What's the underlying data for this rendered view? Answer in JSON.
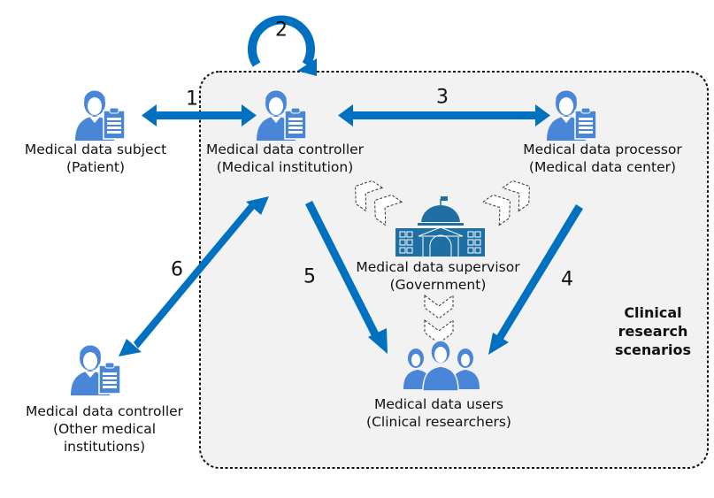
{
  "colors": {
    "arrow": "#0070c0",
    "person": "#4a86d8",
    "building": "#1f6fa3",
    "region_bg": "#f2f2f2"
  },
  "region": {
    "label_lines": [
      "Clinical",
      "research",
      "scenarios"
    ]
  },
  "nodes": {
    "subject": {
      "icon": "person-clipboard-icon",
      "line1": "Medical data subject",
      "line2": "(Patient)"
    },
    "controller": {
      "icon": "person-clipboard-icon",
      "line1": "Medical data controller",
      "line2": "(Medical institution)"
    },
    "processor": {
      "icon": "person-clipboard-icon",
      "line1": "Medical data processor",
      "line2": "(Medical data center)"
    },
    "supervisor": {
      "icon": "government-building-icon",
      "line1": "Medical data supervisor",
      "line2": "(Government)"
    },
    "users": {
      "icon": "group-users-icon",
      "line1": "Medical data users",
      "line2": "(Clinical researchers)"
    },
    "other_controller": {
      "icon": "person-clipboard-icon",
      "line1": "Medical data controller",
      "line2": "(Other medical",
      "line3": "institutions)"
    }
  },
  "flows": [
    {
      "id": "1",
      "from": "subject",
      "to": "controller",
      "direction": "bidirectional"
    },
    {
      "id": "2",
      "from": "controller",
      "to": "controller",
      "direction": "self-loop"
    },
    {
      "id": "3",
      "from": "controller",
      "to": "processor",
      "direction": "bidirectional"
    },
    {
      "id": "4",
      "from": "processor",
      "to": "users",
      "direction": "one-way"
    },
    {
      "id": "5",
      "from": "controller",
      "to": "users",
      "direction": "one-way"
    },
    {
      "id": "6",
      "from": "other_controller",
      "to": "controller",
      "direction": "bidirectional"
    }
  ],
  "oversight": [
    {
      "from": "supervisor",
      "to": "controller"
    },
    {
      "from": "supervisor",
      "to": "processor"
    },
    {
      "from": "supervisor",
      "to": "users"
    }
  ]
}
